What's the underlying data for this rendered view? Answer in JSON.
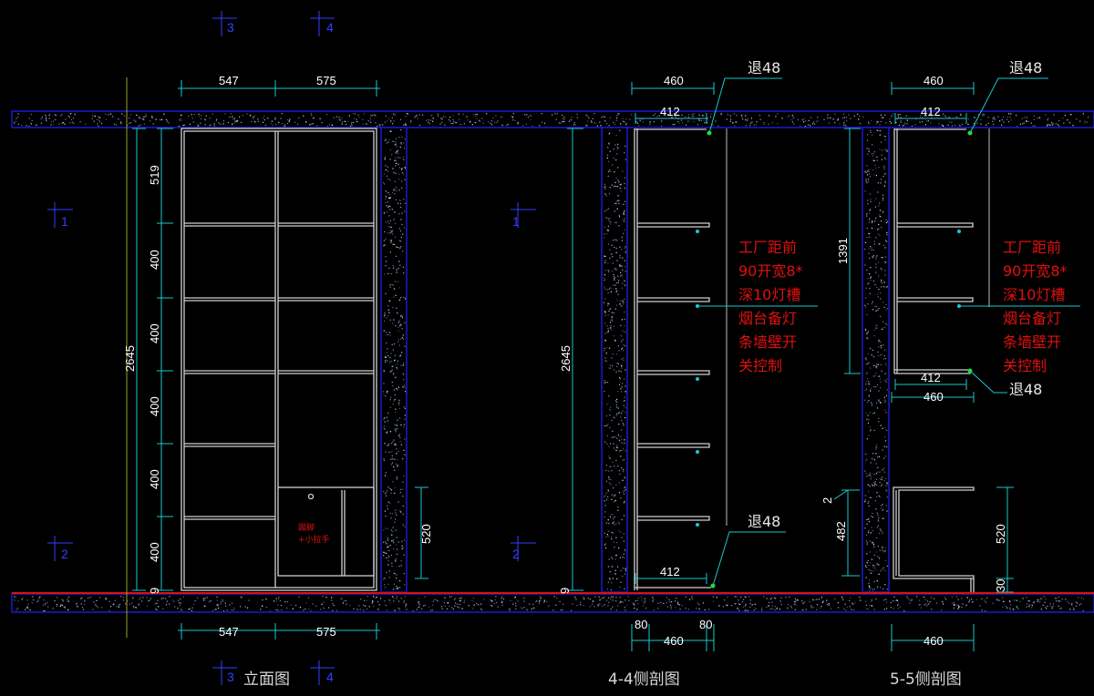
{
  "views": {
    "elevation": {
      "title": "立面图",
      "top_dims": [
        "547",
        "575"
      ],
      "bottom_dims": [
        "547",
        "575"
      ],
      "total_height": "2645",
      "segment_dims": [
        "519",
        "400",
        "400",
        "400",
        "400",
        "400"
      ],
      "bottom_gap": "9",
      "drawer_dim": "520",
      "drawer_note": [
        "踢脚",
        "+小拉手"
      ]
    },
    "section_4_4": {
      "title": "4-4侧剖图",
      "top_depth": "460",
      "inner_depth": "412",
      "bottom_inner_depth": "412",
      "total_height": "2645",
      "bottom_gap": "9",
      "setback_top": "退48",
      "setback_bottom": "退48",
      "bottom_dims": [
        "80",
        "80",
        "460"
      ],
      "note": [
        "工厂距前",
        "90开宽8*",
        "深10灯槽",
        "烟台备灯",
        "条墙壁开",
        "关控制"
      ]
    },
    "section_5_5": {
      "title": "5-5侧剖图",
      "top_depth": "460",
      "inner_depth": "412",
      "upper_height": "1391",
      "lower_inner": "412",
      "lower_depth": "460",
      "setback_top": "退48",
      "setback_bottom": "退48",
      "base_gap": "2",
      "base_height": "482",
      "cabinet_height": "520",
      "kick": "30",
      "bottom_dim": "460",
      "note": [
        "工厂距前",
        "90开宽8*",
        "深10灯槽",
        "烟台备灯",
        "条墙壁开",
        "关控制"
      ]
    }
  },
  "section_markers": [
    "1",
    "2",
    "3",
    "4"
  ],
  "colors": {
    "dim": "#19c8d0",
    "wall": "#1a1ad0",
    "note": "#e01010",
    "cabinet": "#d0d0d0",
    "axis": "#a0a030"
  }
}
